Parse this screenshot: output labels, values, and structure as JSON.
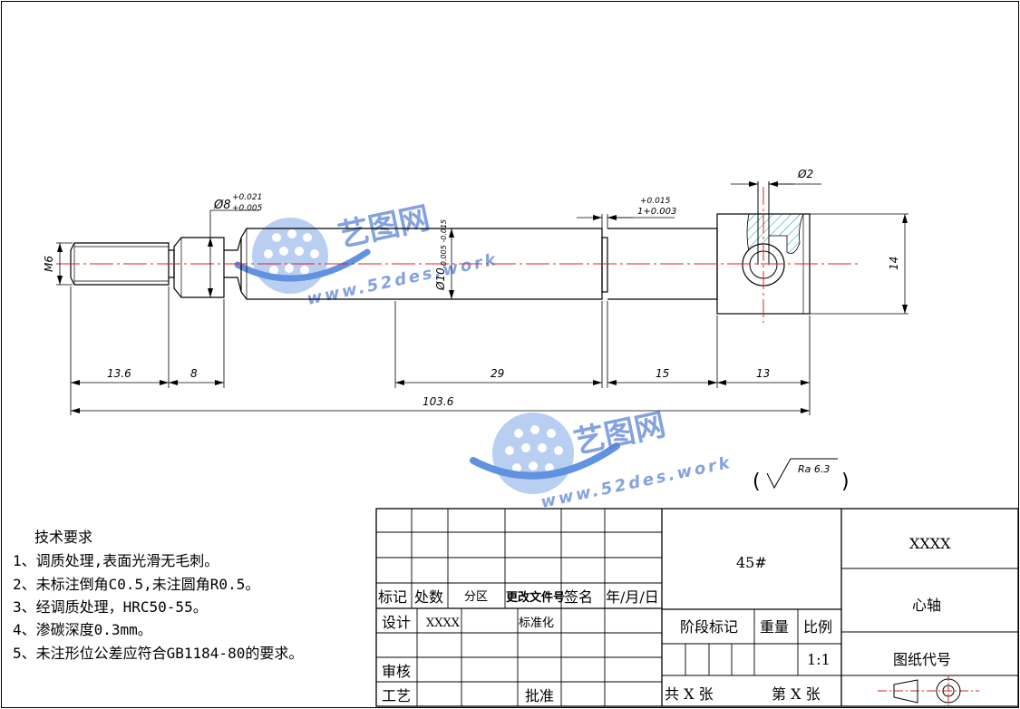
{
  "dimensions": {
    "thread": "M6",
    "dia8": "Ø8",
    "dia8_upper": "+0.021",
    "dia8_lower": "+0.005",
    "groove_upper": "+0.015",
    "groove_base": "1+0.003",
    "dia10": "Ø10",
    "dia10_tol": "-0.005 -0.015",
    "hole": "Ø2",
    "height14": "14",
    "len_13_6": "13.6",
    "len_8": "8",
    "len_29": "29",
    "len_15": "15",
    "len_13": "13",
    "len_total": "103.6",
    "roughness": "Ra 6.3"
  },
  "requirements": {
    "title": "技术要求",
    "items": [
      "1、调质处理,表面光滑无毛刺。",
      "2、未标注倒角C0.5,未注圆角R0.5。",
      "3、经调质处理，HRC50-55。",
      "4、渗碳深度0.3mm。",
      "5、未注形位公差应符合GB1184-80的要求。"
    ]
  },
  "title_block": {
    "mark": "标记",
    "count": "处数",
    "zone": "分区",
    "change_doc": "更改文件号",
    "signature": "签名",
    "date": "年/月/日",
    "design": "设计",
    "designer": "XXXX",
    "standardization": "标准化",
    "review": "审核",
    "process": "工艺",
    "approve": "批准",
    "material": "45#",
    "stage_mark": "阶段标记",
    "weight": "重量",
    "scale_label": "比例",
    "scale": "1:1",
    "total_sheets": "共 X 张",
    "sheet_no": "第 X 张",
    "company": "XXXX",
    "part_name": "心轴",
    "drawing_code": "图纸代号"
  },
  "watermark": {
    "brand": "艺图网",
    "url": "www.52des.work"
  },
  "colors": {
    "line": "#000000",
    "centerline": "#e02020",
    "hatch": "#00a0a0",
    "watermark": "#5b84d6"
  }
}
